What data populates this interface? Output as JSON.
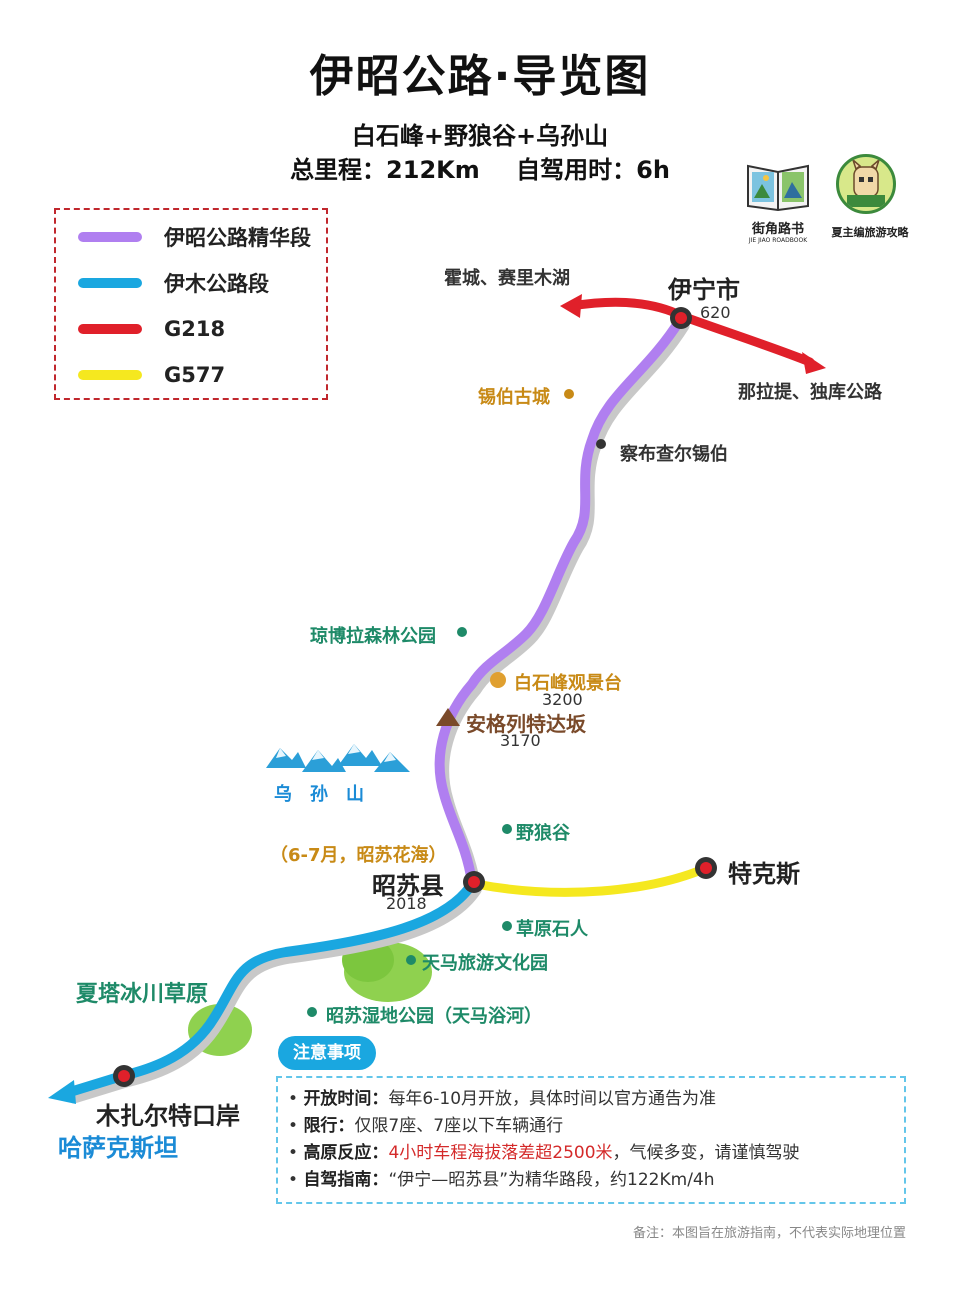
{
  "title": "伊昭公路·导览图",
  "subtitle": "白石峰+野狼谷+乌孙山",
  "stats": {
    "distance": "总里程：212Km",
    "drive_time": "自驾用时：6h"
  },
  "logos": {
    "book_name": "街角路书",
    "book_sub": "JIE JIAO ROADBOOK",
    "brand_name": "夏主编旅游攻略"
  },
  "legend": [
    {
      "label": "伊昭公路精华段",
      "color": "#b07ff0"
    },
    {
      "label": "伊木公路段",
      "color": "#1aa7e0"
    },
    {
      "label": "G218",
      "color": "#e0202a"
    },
    {
      "label": "G577",
      "color": "#f5e81f"
    }
  ],
  "places": {
    "yining": "伊宁市",
    "yining_elev": "620",
    "huocheng": "霍城、赛里木湖",
    "nalati": "那拉提、独库公路",
    "xibo": "锡伯古城",
    "chabuchar": "察布查尔锡伯",
    "qiongbola": "琼博拉森林公园",
    "baishifeng": "白石峰观景台",
    "baishifeng_elev": "3200",
    "angelie": "安格列特达坂",
    "angelie_elev": "3170",
    "wusunshan": "乌　孙　山",
    "yelanggu": "野狼谷",
    "flower_sea": "（6-7月，昭苏花海）",
    "zhaosu": "昭苏县",
    "zhaosu_elev": "2018",
    "tekes": "特克斯",
    "caoyuan": "草原石人",
    "tianma": "天马旅游文化园",
    "shidi": "昭苏湿地公园（天马浴河）",
    "xiata": "夏塔冰川草原",
    "muzhaerte": "木扎尔特口岸",
    "kazakhstan": "哈萨克斯坦"
  },
  "notes": {
    "tag": "注意事项",
    "items": [
      {
        "key": "开放时间：",
        "text": "每年6-10月开放，具体时间以官方通告为准"
      },
      {
        "key": "限行：",
        "text": "仅限7座、7座以下车辆通行"
      },
      {
        "key": "高原反应：",
        "highlight": "4小时车程海拔落差超2500米",
        "text": "，气候多变，请谨慎驾驶"
      },
      {
        "key": "自驾指南：",
        "text": "“伊宁—昭苏县”为精华路段，约122Km/4h"
      }
    ]
  },
  "footnote": "备注：本图旨在旅游指南，不代表实际地理位置",
  "colors": {
    "purple_route": "#b07ff0",
    "blue_route": "#1aa7e0",
    "red_route": "#e0202a",
    "yellow_route": "#f5e81f",
    "green_poi": "#1e8a68",
    "orange_poi": "#c88a16"
  }
}
